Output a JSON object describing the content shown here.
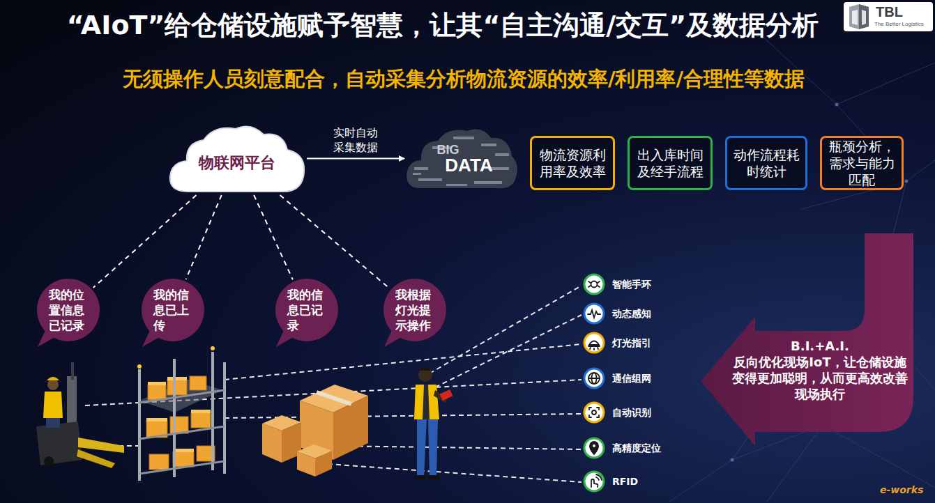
{
  "diagram": {
    "title": "“AIoT”给仓储设施赋予智慧，让其“自主沟通/交互”及数据分析",
    "nodes": [
      {
        "text": [
          "物联网平台"
        ]
      },
      {
        "text": [
          "BIG",
          "DATA"
        ]
      },
      {
        "text": [
          "物流资源利用率及效率"
        ]
      },
      {
        "text": [
          "出入库时间及经手流程"
        ]
      },
      {
        "text": [
          "动作流程耗时统计"
        ]
      },
      {
        "text": [
          "瓶颈分析，需求与能力匹配"
        ]
      },
      {
        "text": [
          "我的位置信息已记录"
        ]
      },
      {
        "text": [
          "我的信息已上传"
        ]
      },
      {
        "text": [
          "我的信息已记录"
        ]
      },
      {
        "text": [
          "我根据灯光提示操作"
        ]
      },
      {
        "text": [
          "智能手环"
        ]
      },
      {
        "text": [
          "动态感知"
        ]
      },
      {
        "text": [
          "灯光指引"
        ]
      },
      {
        "text": [
          "通信组网"
        ]
      },
      {
        "text": [
          "自动识别"
        ]
      },
      {
        "text": [
          "高精度定位"
        ]
      },
      {
        "text": [
          "RFID"
        ]
      },
      {
        "text": [
          "B.I.+A.I.",
          "反向优化现场IoT，让仓储设施变得更加聪明，从而更高效改善现场执行"
        ]
      }
    ],
    "edges": [
      {
        "from": 0,
        "to": 1,
        "label": "实时自动采集数据",
        "arrow": "to"
      },
      {
        "from": 0,
        "to": 6,
        "arrow": "none"
      },
      {
        "from": 0,
        "to": 7,
        "arrow": "none"
      },
      {
        "from": 0,
        "to": 8,
        "arrow": "none"
      },
      {
        "from": 0,
        "to": 9,
        "arrow": "none"
      }
    ],
    "labels": [
      "无须操作人员刻意配合，自动采集分析物流资源的效率/利用率/合理性等数据",
      "TBL",
      "The Better Logistics",
      "e-works"
    ]
  }
}
